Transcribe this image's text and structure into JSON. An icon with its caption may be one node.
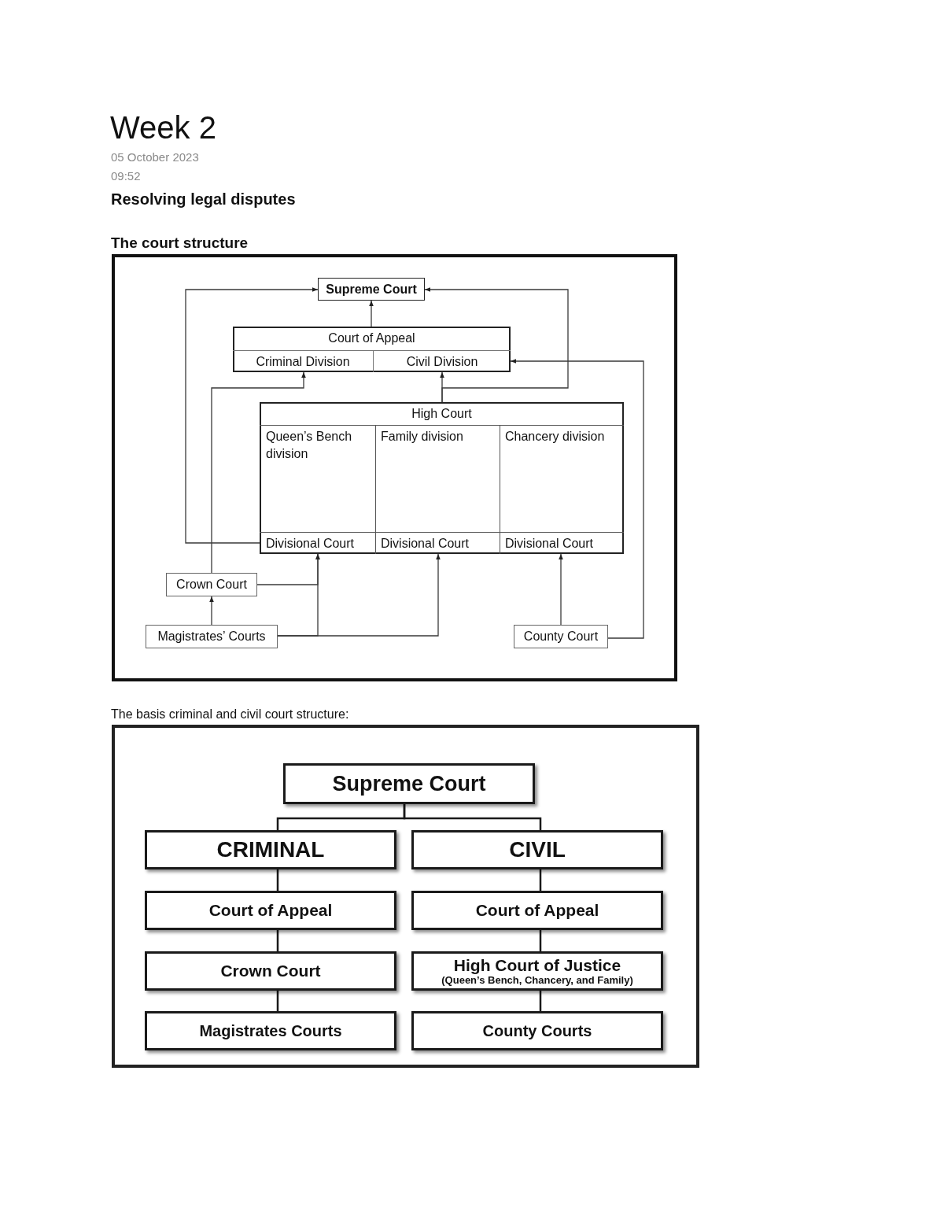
{
  "diagram": {
    "title": "Week 2",
    "nodes": [
      {
        "text": [
          "Supreme Court"
        ]
      },
      {
        "text": [
          "Court of Appeal"
        ]
      },
      {
        "text": [
          "Criminal Division"
        ],
        "in": 1
      },
      {
        "text": [
          "Civil Division"
        ],
        "in": 1
      },
      {
        "text": [
          "High Court"
        ]
      },
      {
        "text": [
          "Queen’s Bench division"
        ],
        "in": 4
      },
      {
        "text": [
          "Family division"
        ],
        "in": 4
      },
      {
        "text": [
          "Chancery division"
        ],
        "in": 4
      },
      {
        "text": [
          "Divisional Court"
        ],
        "in": 5
      },
      {
        "text": [
          "Divisional Court"
        ],
        "in": 6
      },
      {
        "text": [
          "Divisional Court"
        ],
        "in": 7
      },
      {
        "text": [
          "Crown Court"
        ]
      },
      {
        "text": [
          "Magistrates’ Courts"
        ]
      },
      {
        "text": [
          "County Court"
        ]
      },
      {
        "text": [
          "Supreme Court"
        ]
      },
      {
        "text": [
          "CRIMINAL"
        ]
      },
      {
        "text": [
          "CIVIL"
        ]
      },
      {
        "text": [
          "Court of Appeal"
        ]
      },
      {
        "text": [
          "Court of Appeal"
        ]
      },
      {
        "text": [
          "Crown Court"
        ]
      },
      {
        "text": [
          "High Court of Justice",
          "(Queen’s Bench, Chancery, and Family)"
        ]
      },
      {
        "text": [
          "Magistrates Courts"
        ]
      },
      {
        "text": [
          "County Courts"
        ]
      }
    ],
    "edges": [
      {
        "from": 1,
        "to": 0,
        "arrow": "to"
      },
      {
        "from": 11,
        "to": 2,
        "arrow": "to"
      },
      {
        "from": 4,
        "to": 3,
        "arrow": "to"
      },
      {
        "from": 4,
        "to": 0,
        "arrow": "to"
      },
      {
        "from": 8,
        "to": 0,
        "arrow": "to"
      },
      {
        "from": 13,
        "to": 3,
        "arrow": "to"
      },
      {
        "from": 13,
        "to": 10,
        "arrow": "to"
      },
      {
        "from": 12,
        "to": 11,
        "arrow": "to"
      },
      {
        "from": 11,
        "to": 8,
        "arrow": "to"
      },
      {
        "from": 12,
        "to": 8,
        "arrow": "to"
      },
      {
        "from": 12,
        "to": 9,
        "arrow": "to"
      },
      {
        "from": 14,
        "to": 15,
        "arrow": "none"
      },
      {
        "from": 14,
        "to": 16,
        "arrow": "none"
      },
      {
        "from": 15,
        "to": 17,
        "arrow": "none"
      },
      {
        "from": 17,
        "to": 19,
        "arrow": "none"
      },
      {
        "from": 19,
        "to": 21,
        "arrow": "none"
      },
      {
        "from": 16,
        "to": 18,
        "arrow": "none"
      },
      {
        "from": 18,
        "to": 20,
        "arrow": "none"
      },
      {
        "from": 20,
        "to": 22,
        "arrow": "none"
      }
    ],
    "labels": [
      "05 October 2023",
      "09:52",
      "Resolving legal disputes",
      "The court structure",
      "The basis criminal and civil court structure:"
    ]
  }
}
